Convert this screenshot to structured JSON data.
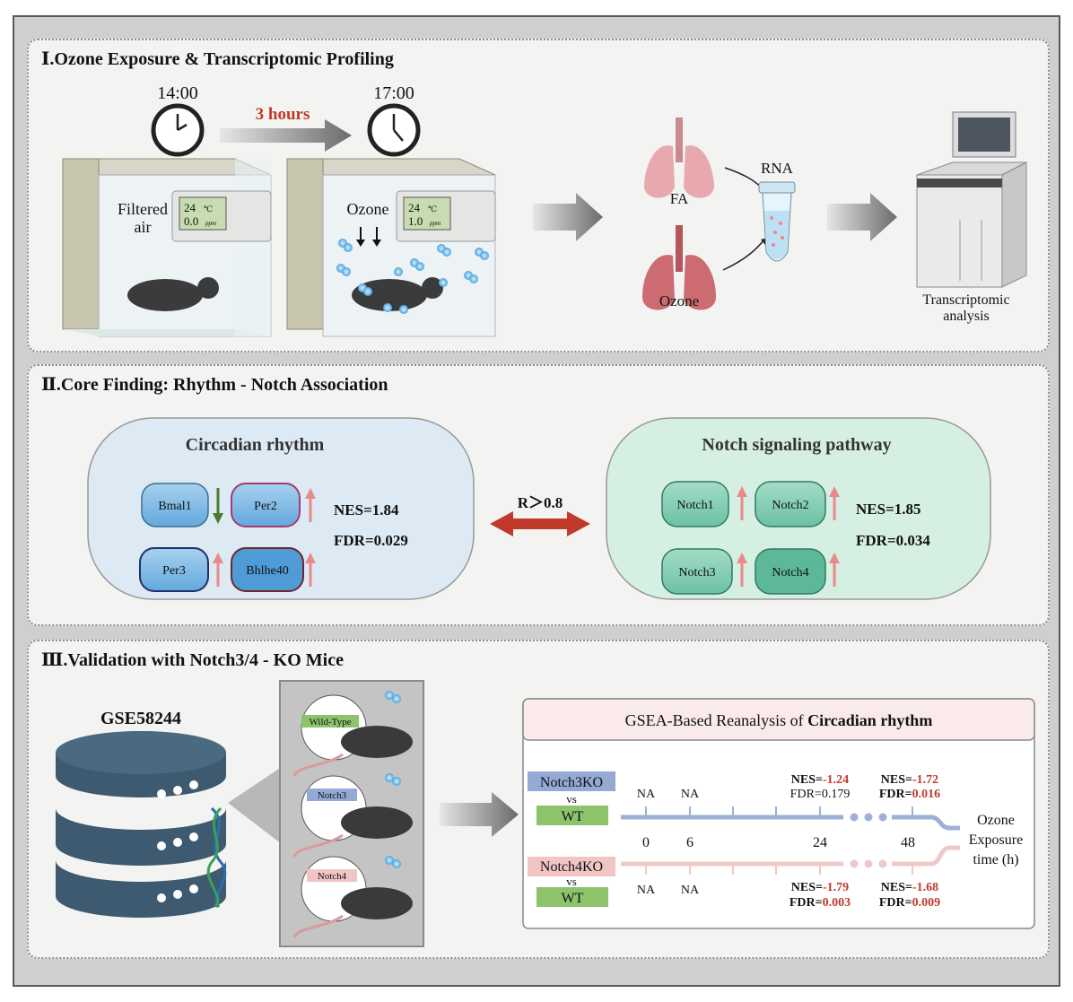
{
  "panel1": {
    "title": "Ⅰ.Ozone Exposure & Transcriptomic Profiling",
    "time_start": "14:00",
    "time_end": "17:00",
    "duration": "3 hours",
    "chamber1_label_l1": "Filtered",
    "chamber1_label_l2": "air",
    "chamber1_display_temp": "24",
    "chamber1_display_temp_unit": "℃",
    "chamber1_display_conc": "0.0",
    "chamber1_display_conc_unit": "ppm",
    "chamber2_label": "Ozone",
    "chamber2_display_temp": "24",
    "chamber2_display_temp_unit": "℃",
    "chamber2_display_conc": "1.0",
    "chamber2_display_conc_unit": "ppm",
    "lung_fa_label": "FA",
    "lung_ozone_label": "Ozone",
    "tube_label": "RNA",
    "sequencer_label_l1": "Transcriptomic",
    "sequencer_label_l2": "analysis"
  },
  "panel2": {
    "title": "Ⅱ.Core Finding: Rhythm - Notch Association",
    "left_box": {
      "title": "Circadian rhythm",
      "genes": [
        "Bmal1",
        "Per2",
        "Per3",
        "Bhlhe40"
      ],
      "directions": [
        "down",
        "up",
        "up",
        "up"
      ],
      "nes": "NES=1.84",
      "fdr": "FDR=0.029"
    },
    "correlation": "R＞0.8",
    "right_box": {
      "title": "Notch signaling pathway",
      "genes": [
        "Notch1",
        "Notch2",
        "Notch3",
        "Notch4"
      ],
      "directions": [
        "up",
        "up",
        "up",
        "up"
      ],
      "nes": "NES=1.85",
      "fdr": "FDR=0.034"
    }
  },
  "panel3": {
    "title": "Ⅲ.Validation with Notch3/4 - KO Mice",
    "dataset": "GSE58244",
    "mouse_labels": [
      "Wild-Type",
      "Notch3",
      "Notch4"
    ],
    "gsea_title_prefix": "GSEA-Based Reanalysis of ",
    "gsea_title_bold": "Circadian rhythm",
    "comparisons": [
      {
        "ko": "Notch3KO",
        "vs": "vs",
        "wt": "WT"
      },
      {
        "ko": "Notch4KO",
        "vs": "vs",
        "wt": "WT"
      }
    ],
    "timepoints": [
      "0",
      "6",
      "24",
      "48"
    ],
    "axis_label_l1": "Ozone",
    "axis_label_l2": "Exposure",
    "axis_label_l3": "time (h)",
    "notch3_results": [
      {
        "na": "NA"
      },
      {
        "na": "NA"
      },
      {
        "nes_prefix": "NES=",
        "nes_value": "-1.24",
        "fdr_prefix": "FDR=",
        "fdr_value": "0.179"
      },
      {
        "nes_prefix": "NES=",
        "nes_value": "-1.72",
        "fdr_prefix": "FDR=",
        "fdr_value": "0.016"
      }
    ],
    "notch4_results": [
      {
        "na": "NA"
      },
      {
        "na": "NA"
      },
      {
        "nes_prefix": "NES=",
        "nes_value": "-1.79",
        "fdr_prefix": "FDR=",
        "fdr_value": "0.003"
      },
      {
        "nes_prefix": "NES=",
        "nes_value": "-1.68",
        "fdr_prefix": "FDR=",
        "fdr_value": "0.009"
      }
    ]
  },
  "colors": {
    "red_text": "#c0392b",
    "up_arrow": "#e88a8a",
    "down_arrow": "#4a7a2a",
    "circadian_bg": "#dde9f3",
    "notch_bg": "#d6efe3",
    "notch3_line": "#9db0d6",
    "notch4_line": "#f0c8c8",
    "wt_green": "#8cc36b",
    "notch3_blue": "#94a9d4",
    "notch4_pink": "#f2c5c5"
  }
}
